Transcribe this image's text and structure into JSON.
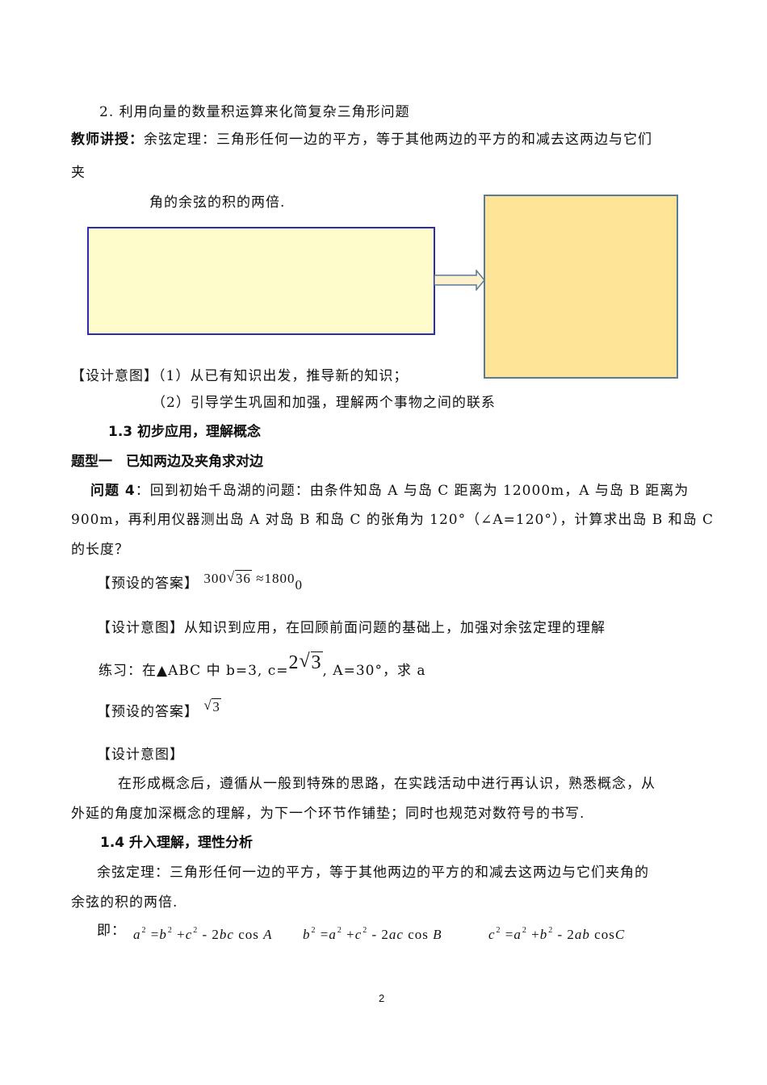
{
  "document": {
    "item2": "2. 利用向量的数量积运算来化简复杂三角形问题",
    "teacher_label": "教师讲授",
    "teacher_colon": "：",
    "teacher_text_line1": "余弦定理：三角形任何一边的平方，等于其他两边的平方的和减去这两边与它们",
    "teacher_text_line2": "夹",
    "teacher_text_line3": "角的余弦的积的两倍.",
    "diagram": {
      "left_box_color": "#fffccc",
      "left_box_border": "#2b2bb5",
      "right_box_color": "#fde496",
      "right_box_border": "#5a7a99",
      "arrow_fill": "#fdf0cc",
      "arrow_stroke": "#5a7a99"
    },
    "design1_line1": "【设计意图】（1）从已有知识出发，推导新的知识；",
    "design1_line2": "（2）引导学生巩固和加强，理解两个事物之间的联系",
    "section_1_3": "1.3 初步应用，理解概念",
    "type_one": "题型一　已知两边及夹角求对边",
    "problem4_label": "问题 4",
    "problem4_line1": "：回到初始千岛湖的问题：由条件知岛 A 与岛 C 距离为 12000m，A 与岛 B 距离为",
    "problem4_line2": "900m，再利用仪器测出岛 A 对岛 B 和岛 C 的张角为 120°（∠A=120°），计算求出岛 B 和岛 C",
    "problem4_line3": "的长度？",
    "answer1_label": "【预设的答案】",
    "answer1_coef": "300",
    "answer1_radicand": "36",
    "answer1_approx": " ≈1800",
    "answer1_tail": "0",
    "design2": "【设计意图】从知识到应用，在回顾前面问题的基础上，加强对余弦定理的理解",
    "practice_prefix": "练习：在▲ABC 中 b=3, c=",
    "practice_c_coef": "2",
    "practice_c_radicand": "3",
    "practice_suffix": ", A=30°，求 a",
    "answer2_label": "【预设的答案】",
    "answer2_radicand": "3",
    "design3_label": "【设计意图】",
    "design3_line1": "在形成概念后，遵循从一般到特殊的思路，在实践活动中进行再认识，熟悉概念，从",
    "design3_line2": "外延的角度加深概念的理解，为下一个环节作铺垫；同时也规范对数符号的书写.",
    "section_1_4": "1.4 升入理解，理性分析",
    "cosine_law_line1": "余弦定理：三角形任何一边的平方，等于其他两边的平方的和减去这两边与它们夹角的",
    "cosine_law_line2": "余弦的积的两倍.",
    "formula_prefix": "即：",
    "formulas": [
      {
        "lhs": "a",
        "rhs1": "b",
        "rhs2": "c",
        "coef": "2bc",
        "func": "cos",
        "angle": "A"
      },
      {
        "lhs": "b",
        "rhs1": "a",
        "rhs2": "c",
        "coef": "2ac",
        "func": "cos",
        "angle": "B"
      },
      {
        "lhs": "c",
        "rhs1": "a",
        "rhs2": "b",
        "coef": "2ab",
        "func": "cos",
        "angle": "C"
      }
    ],
    "page_number": "2"
  }
}
